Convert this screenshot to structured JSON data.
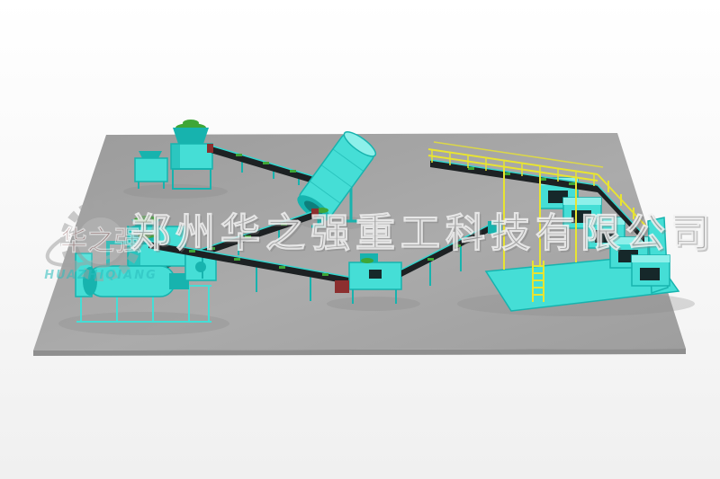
{
  "scene": {
    "title": "Fertilizer production line 3D render",
    "objects": [
      "ground-platform",
      "feeder-machine",
      "crusher-machine",
      "belt-conveyor-1",
      "rotary-screen-drum",
      "belt-conveyor-2",
      "granulator-plant",
      "belt-conveyor-3",
      "packing-machine",
      "belt-conveyor-4",
      "curing-shed",
      "cooler-units",
      "access-ladder"
    ]
  },
  "colors": {
    "background": "#ffffff",
    "platform": "#a8a8a8",
    "platform_dark": "#8f8f8f",
    "machine": "#45ded6",
    "machine_dark": "#17b3ae",
    "machine_light": "#8df0ea",
    "belt": "#1d2123",
    "belt_edge": "#35d6cf",
    "railing": "#e8e431",
    "material": "#3fa637",
    "accent_red": "#8c2f2f",
    "watermark_gray": "#a3a3a3",
    "watermark_cyan": "#2bbdbd",
    "watermark_red": "#8d5b5b",
    "shadow": "#8a8a8a"
  },
  "watermark": {
    "company_name": "郑州华之强重工科技有限公司",
    "logo_text": "华之强",
    "logo_subtext": "HUAZHIQIANG"
  }
}
